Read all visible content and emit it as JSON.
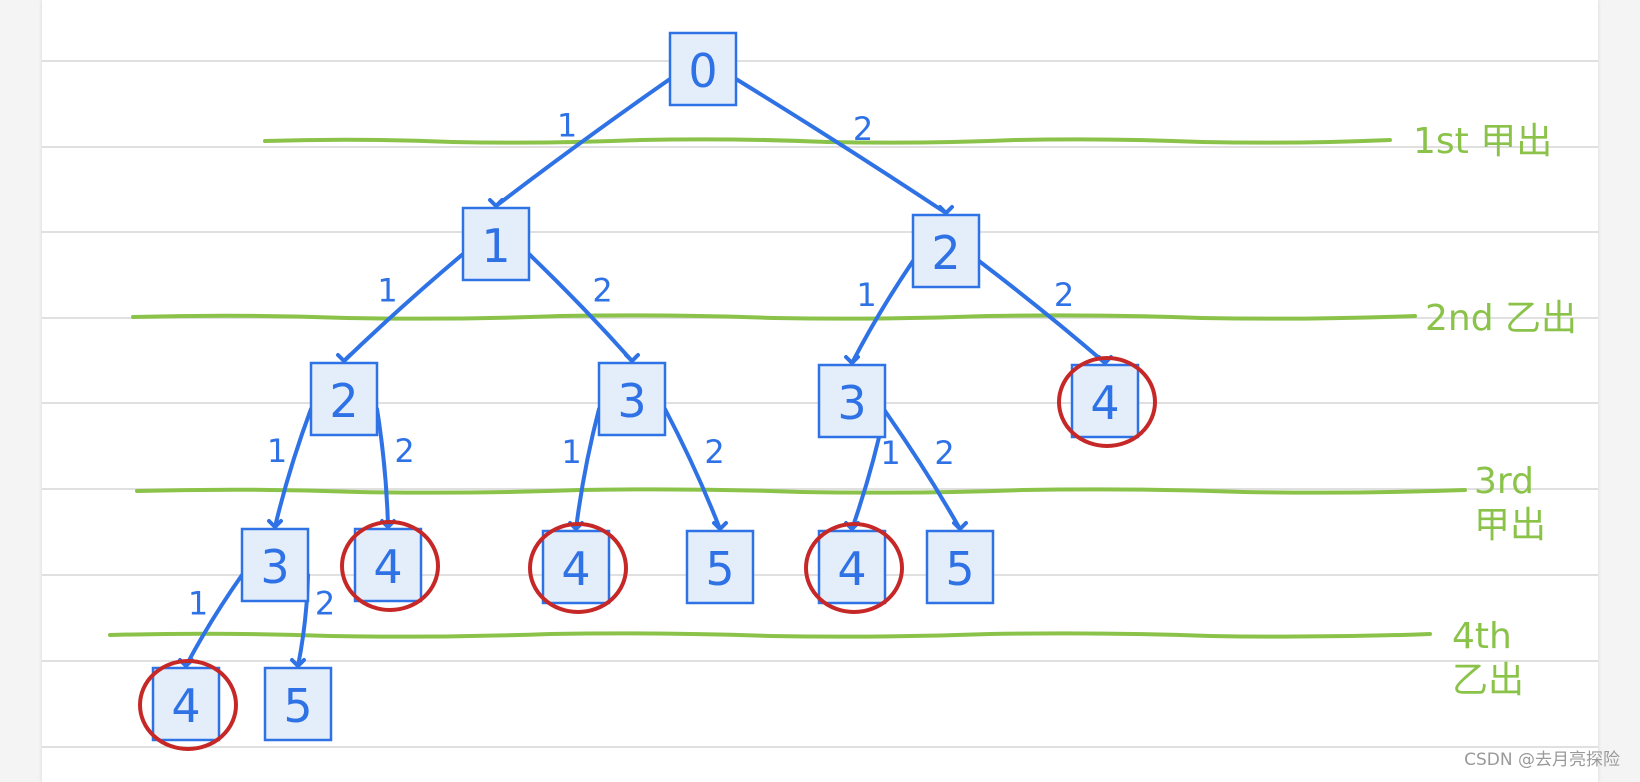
{
  "turns": [
    {
      "id": "t1",
      "lines": [
        "1st 甲出"
      ]
    },
    {
      "id": "t2",
      "lines": [
        "2nd 乙出"
      ]
    },
    {
      "id": "t3",
      "lines": [
        "3rd",
        "甲出"
      ]
    },
    {
      "id": "t4",
      "lines": [
        "4th",
        "乙出"
      ]
    }
  ],
  "nodes": [
    {
      "id": "n0",
      "value": "0",
      "terminal": false
    },
    {
      "id": "n1",
      "value": "1",
      "terminal": false
    },
    {
      "id": "n2",
      "value": "2",
      "terminal": false
    },
    {
      "id": "n3",
      "value": "2",
      "terminal": false
    },
    {
      "id": "n4",
      "value": "3",
      "terminal": false
    },
    {
      "id": "n5",
      "value": "3",
      "terminal": false
    },
    {
      "id": "n6",
      "value": "4",
      "terminal": true
    },
    {
      "id": "n7",
      "value": "3",
      "terminal": false
    },
    {
      "id": "n8",
      "value": "4",
      "terminal": true
    },
    {
      "id": "n9",
      "value": "4",
      "terminal": true
    },
    {
      "id": "n10",
      "value": "5",
      "terminal": false
    },
    {
      "id": "n11",
      "value": "4",
      "terminal": true
    },
    {
      "id": "n12",
      "value": "5",
      "terminal": false
    },
    {
      "id": "n13",
      "value": "4",
      "terminal": true
    },
    {
      "id": "n14",
      "value": "5",
      "terminal": false
    }
  ],
  "edges": [
    {
      "from": "n0",
      "to": "n1",
      "label": "1"
    },
    {
      "from": "n0",
      "to": "n2",
      "label": "2"
    },
    {
      "from": "n1",
      "to": "n3",
      "label": "1"
    },
    {
      "from": "n1",
      "to": "n4",
      "label": "2"
    },
    {
      "from": "n2",
      "to": "n5",
      "label": "1"
    },
    {
      "from": "n2",
      "to": "n6",
      "label": "2"
    },
    {
      "from": "n3",
      "to": "n7",
      "label": "1"
    },
    {
      "from": "n3",
      "to": "n8",
      "label": "2"
    },
    {
      "from": "n4",
      "to": "n9",
      "label": "1"
    },
    {
      "from": "n4",
      "to": "n10",
      "label": "2"
    },
    {
      "from": "n5",
      "to": "n11",
      "label": "1"
    },
    {
      "from": "n5",
      "to": "n12",
      "label": "2"
    },
    {
      "from": "n7",
      "to": "n13",
      "label": "1"
    },
    {
      "from": "n7",
      "to": "n14",
      "label": "2"
    }
  ],
  "watermark": "CSDN @去月亮探险",
  "colors": {
    "node": "#2f72e6",
    "node_fill": "#e4eefb",
    "turn_line": "#8bc34a",
    "terminal_circle": "#c62828"
  }
}
